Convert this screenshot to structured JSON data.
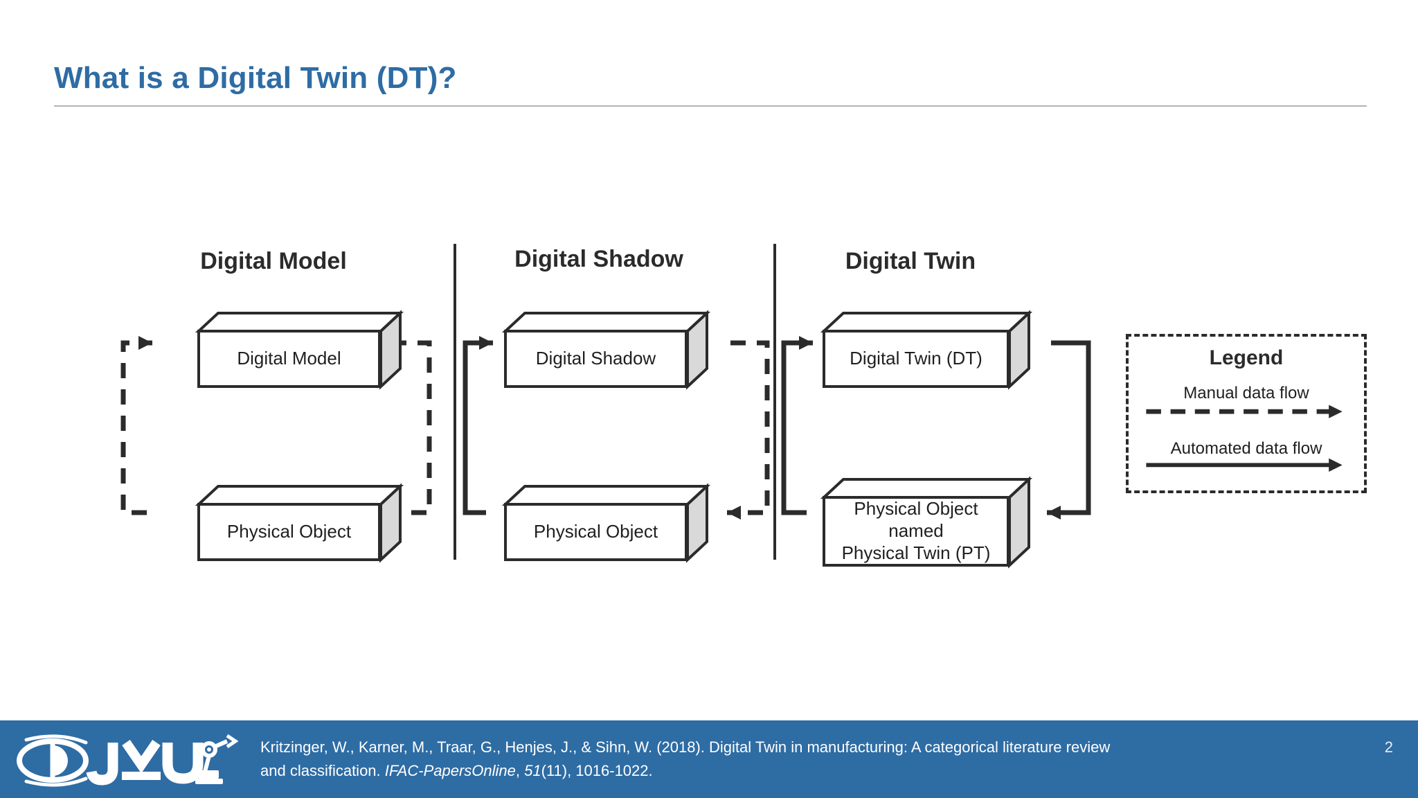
{
  "slide": {
    "title": "What is a Digital Twin (DT)?",
    "page_number": "2",
    "accent_color": "#2E6CA4",
    "rule_color": "#B3B3B3",
    "stroke_color": "#2B2B2B",
    "box_side_fill": "#D9D9D9",
    "box_face_fill": "#FFFFFF"
  },
  "columns": [
    {
      "id": "digital-model",
      "title": "Digital Model",
      "top_box": "Digital Model",
      "bottom_box": "Physical Object",
      "left_path_style": "dashed",
      "right_path_style": "dashed",
      "left_path_meaning": "Manual data flow",
      "right_path_meaning": "Manual data flow"
    },
    {
      "id": "digital-shadow",
      "title": "Digital Shadow",
      "top_box": "Digital Shadow",
      "bottom_box": "Physical Object",
      "left_path_style": "solid",
      "right_path_style": "dashed",
      "left_path_meaning": "Automated data flow",
      "right_path_meaning": "Manual data flow"
    },
    {
      "id": "digital-twin",
      "title": "Digital Twin",
      "top_box": "Digital Twin (DT)",
      "bottom_box_line1": "Physical Object named",
      "bottom_box_line2": "Physical Twin (PT)",
      "left_path_style": "solid",
      "right_path_style": "solid",
      "left_path_meaning": "Automated data flow",
      "right_path_meaning": "Automated data flow"
    }
  ],
  "legend": {
    "title": "Legend",
    "items": [
      {
        "label": "Manual data flow",
        "style": "dashed"
      },
      {
        "label": "Automated data flow",
        "style": "solid"
      }
    ]
  },
  "footer": {
    "logo_name": "jku-cdl-logo",
    "citation_line1_a": "Kritzinger, W., Karner, M., Traar, G., Henjes, J., & Sihn, W. (2018). Digital Twin in manufacturing: A categorical literature review",
    "citation_line2_a": "and classification. ",
    "citation_journal": "IFAC-PapersOnline",
    "citation_line2_b": ", ",
    "citation_volume": "51",
    "citation_line2_c": "(11), 1016-1022."
  }
}
